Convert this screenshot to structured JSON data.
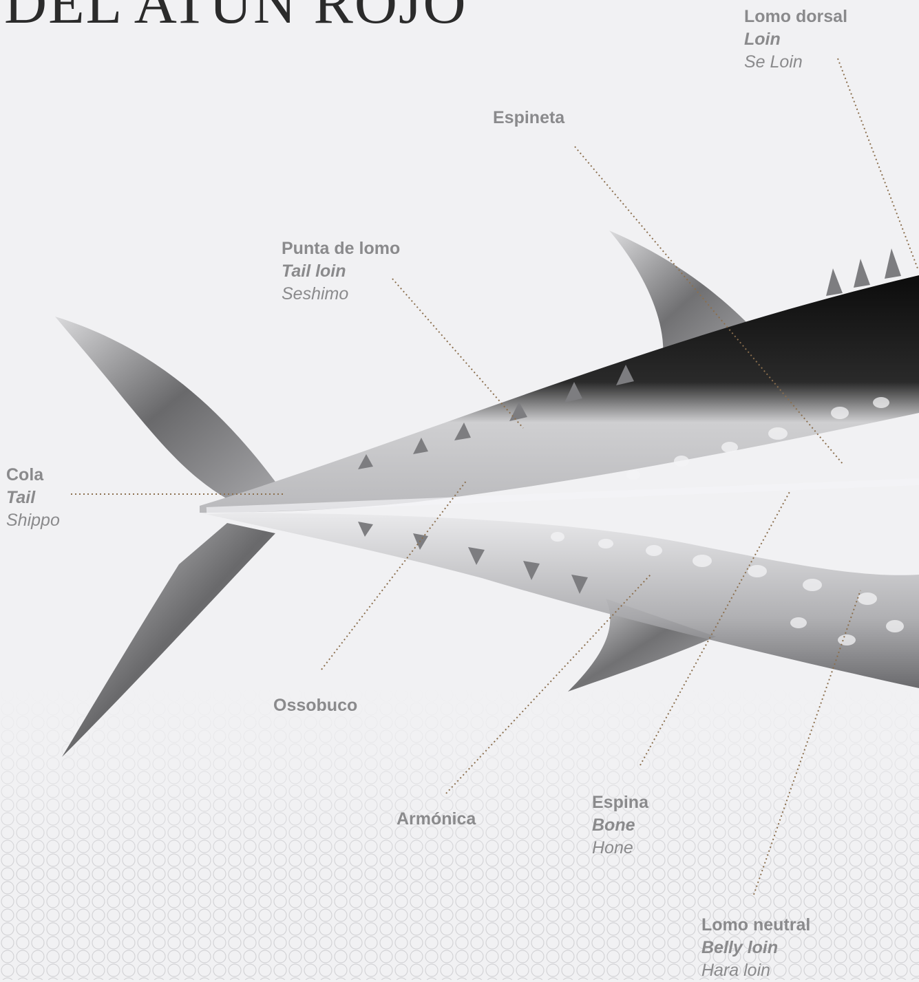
{
  "title": "DEL ATÚN ROJO",
  "colors": {
    "background": "#f1f1f3",
    "label_text": "#8a8a8c",
    "leader_line": "#8b6f4e",
    "title_text": "#2b2b2b"
  },
  "labels": {
    "lomo_dorsal": {
      "es": "Lomo dorsal",
      "en": "Loin",
      "jp": "Se Loin"
    },
    "espineta": {
      "es": "Espineta"
    },
    "punta_de_lomo": {
      "es": "Punta de lomo",
      "en": "Tail loin",
      "jp": "Seshimo"
    },
    "cola": {
      "es": "Cola",
      "en": "Tail",
      "jp": "Shippo"
    },
    "ossobuco": {
      "es": "Ossobuco"
    },
    "armonica": {
      "es": "Armónica"
    },
    "espina": {
      "es": "Espina",
      "en": "Bone",
      "jp": "Hone"
    },
    "lomo_neutral": {
      "es": "Lomo neutral",
      "en": "Belly loin",
      "jp": "Hara loin"
    }
  }
}
